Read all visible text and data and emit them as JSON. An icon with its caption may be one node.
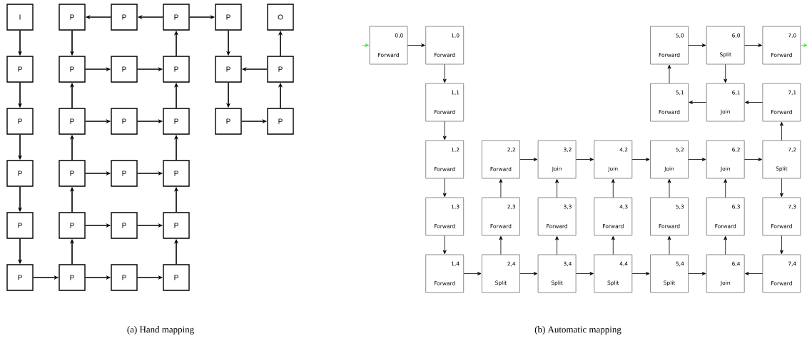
{
  "diagram": {
    "nodes": [
      {
        "text": [
          "I"
        ]
      },
      {
        "text": [
          "P"
        ]
      },
      {
        "text": [
          "P"
        ]
      },
      {
        "text": [
          "P"
        ]
      },
      {
        "text": [
          "P"
        ]
      },
      {
        "text": [
          "O"
        ]
      },
      {
        "text": [
          "P"
        ]
      },
      {
        "text": [
          "P"
        ]
      },
      {
        "text": [
          "P"
        ]
      },
      {
        "text": [
          "P"
        ]
      },
      {
        "text": [
          "P"
        ]
      },
      {
        "text": [
          "P"
        ]
      },
      {
        "text": [
          "P"
        ]
      },
      {
        "text": [
          "P"
        ]
      },
      {
        "text": [
          "P"
        ]
      },
      {
        "text": [
          "P"
        ]
      },
      {
        "text": [
          "P"
        ]
      },
      {
        "text": [
          "P"
        ]
      },
      {
        "text": [
          "P"
        ]
      },
      {
        "text": [
          "P"
        ]
      },
      {
        "text": [
          "P"
        ]
      },
      {
        "text": [
          "P"
        ]
      },
      {
        "text": [
          "P"
        ]
      },
      {
        "text": [
          "P"
        ]
      },
      {
        "text": [
          "P"
        ]
      },
      {
        "text": [
          "P"
        ]
      },
      {
        "text": [
          "P"
        ]
      },
      {
        "text": [
          "P"
        ]
      },
      {
        "text": [
          "P"
        ]
      },
      {
        "text": [
          "P"
        ]
      },
      {
        "text": [
          "0,0",
          "Forward"
        ]
      },
      {
        "text": [
          "1,0",
          "Forward"
        ]
      },
      {
        "text": [
          "5,0",
          "Forward"
        ]
      },
      {
        "text": [
          "6,0",
          "Split"
        ]
      },
      {
        "text": [
          "7,0",
          "Forward"
        ]
      },
      {
        "text": [
          "1,1",
          "Forward"
        ]
      },
      {
        "text": [
          "5,1",
          "Forward"
        ]
      },
      {
        "text": [
          "6,1",
          "Join"
        ]
      },
      {
        "text": [
          "7,1",
          "Forward"
        ]
      },
      {
        "text": [
          "1,2",
          "Forward"
        ]
      },
      {
        "text": [
          "2,2",
          "Forward"
        ]
      },
      {
        "text": [
          "3,2",
          "Join"
        ]
      },
      {
        "text": [
          "4,2",
          "Join"
        ]
      },
      {
        "text": [
          "5,2",
          "Join"
        ]
      },
      {
        "text": [
          "6,2",
          "Join"
        ]
      },
      {
        "text": [
          "7,2",
          "Split"
        ]
      },
      {
        "text": [
          "1,3",
          "Forward"
        ]
      },
      {
        "text": [
          "2,3",
          "Forward"
        ]
      },
      {
        "text": [
          "3,3",
          "Forward"
        ]
      },
      {
        "text": [
          "4,3",
          "Forward"
        ]
      },
      {
        "text": [
          "5,3",
          "Forward"
        ]
      },
      {
        "text": [
          "6,3",
          "Forward"
        ]
      },
      {
        "text": [
          "7,3",
          "Forward"
        ]
      },
      {
        "text": [
          "1,4",
          "Forward"
        ]
      },
      {
        "text": [
          "2,4",
          "Split"
        ]
      },
      {
        "text": [
          "3,4",
          "Split"
        ]
      },
      {
        "text": [
          "4,4",
          "Split"
        ]
      },
      {
        "text": [
          "5,4",
          "Split"
        ]
      },
      {
        "text": [
          "6,4",
          "Join"
        ]
      },
      {
        "text": [
          "7,4",
          "Forward"
        ]
      }
    ],
    "edges": [
      {
        "from": 0,
        "to": 6,
        "arrow": "to"
      },
      {
        "from": 6,
        "to": 12,
        "arrow": "to"
      },
      {
        "from": 12,
        "to": 18,
        "arrow": "to"
      },
      {
        "from": 18,
        "to": 22,
        "arrow": "to"
      },
      {
        "from": 22,
        "to": 26,
        "arrow": "to"
      },
      {
        "from": 26,
        "to": 27,
        "arrow": "to"
      },
      {
        "from": 27,
        "to": 28,
        "arrow": "to"
      },
      {
        "from": 28,
        "to": 29,
        "arrow": "to"
      },
      {
        "from": 27,
        "to": 23,
        "arrow": "to"
      },
      {
        "from": 23,
        "to": 19,
        "arrow": "to"
      },
      {
        "from": 19,
        "to": 13,
        "arrow": "to"
      },
      {
        "from": 13,
        "to": 7,
        "arrow": "to"
      },
      {
        "from": 23,
        "to": 24,
        "arrow": "to"
      },
      {
        "from": 24,
        "to": 25,
        "arrow": "to"
      },
      {
        "from": 19,
        "to": 20,
        "arrow": "to"
      },
      {
        "from": 20,
        "to": 21,
        "arrow": "to"
      },
      {
        "from": 13,
        "to": 14,
        "arrow": "to"
      },
      {
        "from": 14,
        "to": 15,
        "arrow": "to"
      },
      {
        "from": 7,
        "to": 8,
        "arrow": "to"
      },
      {
        "from": 8,
        "to": 9,
        "arrow": "to"
      },
      {
        "from": 29,
        "to": 25,
        "arrow": "to"
      },
      {
        "from": 25,
        "to": 21,
        "arrow": "to"
      },
      {
        "from": 21,
        "to": 15,
        "arrow": "to"
      },
      {
        "from": 15,
        "to": 9,
        "arrow": "to"
      },
      {
        "from": 9,
        "to": 3,
        "arrow": "to"
      },
      {
        "from": 3,
        "to": 2,
        "arrow": "to"
      },
      {
        "from": 2,
        "to": 1,
        "arrow": "to"
      },
      {
        "from": 3,
        "to": 4,
        "arrow": "to"
      },
      {
        "from": 1,
        "to": 7,
        "arrow": "to"
      },
      {
        "from": 4,
        "to": 10,
        "arrow": "to"
      },
      {
        "from": 10,
        "to": 16,
        "arrow": "to"
      },
      {
        "from": 16,
        "to": 17,
        "arrow": "to"
      },
      {
        "from": 17,
        "to": 11,
        "arrow": "to"
      },
      {
        "from": 11,
        "to": 10,
        "arrow": "to"
      },
      {
        "from": 11,
        "to": 5,
        "arrow": "to"
      },
      {
        "from": null,
        "to": 30,
        "arrow": "to",
        "color": "#33ee33"
      },
      {
        "from": 30,
        "to": 31,
        "arrow": "to"
      },
      {
        "from": 31,
        "to": 35,
        "arrow": "to"
      },
      {
        "from": 35,
        "to": 39,
        "arrow": "to"
      },
      {
        "from": 39,
        "to": 46,
        "arrow": "to"
      },
      {
        "from": 46,
        "to": 53,
        "arrow": "to"
      },
      {
        "from": 53,
        "to": 54,
        "arrow": "to"
      },
      {
        "from": 54,
        "to": 55,
        "arrow": "to"
      },
      {
        "from": 55,
        "to": 56,
        "arrow": "to"
      },
      {
        "from": 56,
        "to": 57,
        "arrow": "to"
      },
      {
        "from": 57,
        "to": 58,
        "arrow": "to"
      },
      {
        "from": 59,
        "to": 58,
        "arrow": "to"
      },
      {
        "from": 54,
        "to": 47,
        "arrow": "to"
      },
      {
        "from": 47,
        "to": 40,
        "arrow": "to"
      },
      {
        "from": 55,
        "to": 48,
        "arrow": "to"
      },
      {
        "from": 48,
        "to": 41,
        "arrow": "to"
      },
      {
        "from": 56,
        "to": 49,
        "arrow": "to"
      },
      {
        "from": 49,
        "to": 42,
        "arrow": "to"
      },
      {
        "from": 57,
        "to": 50,
        "arrow": "to"
      },
      {
        "from": 50,
        "to": 43,
        "arrow": "to"
      },
      {
        "from": 58,
        "to": 51,
        "arrow": "to"
      },
      {
        "from": 51,
        "to": 44,
        "arrow": "to"
      },
      {
        "from": 40,
        "to": 41,
        "arrow": "to"
      },
      {
        "from": 41,
        "to": 42,
        "arrow": "to"
      },
      {
        "from": 42,
        "to": 43,
        "arrow": "to"
      },
      {
        "from": 43,
        "to": 44,
        "arrow": "to"
      },
      {
        "from": 44,
        "to": 45,
        "arrow": "to"
      },
      {
        "from": 45,
        "to": 52,
        "arrow": "to"
      },
      {
        "from": 52,
        "to": 59,
        "arrow": "to"
      },
      {
        "from": 45,
        "to": 38,
        "arrow": "to"
      },
      {
        "from": 38,
        "to": 37,
        "arrow": "to"
      },
      {
        "from": 37,
        "to": 36,
        "arrow": "to"
      },
      {
        "from": 36,
        "to": 32,
        "arrow": "to"
      },
      {
        "from": 32,
        "to": 33,
        "arrow": "to"
      },
      {
        "from": 33,
        "to": 34,
        "arrow": "to"
      },
      {
        "from": 33,
        "to": 37,
        "arrow": "to"
      },
      {
        "from": 34,
        "to": null,
        "arrow": "to",
        "color": "#33ee33"
      }
    ],
    "labels": [
      "(a) Hand mapping",
      "(b) Automatic mapping"
    ]
  }
}
